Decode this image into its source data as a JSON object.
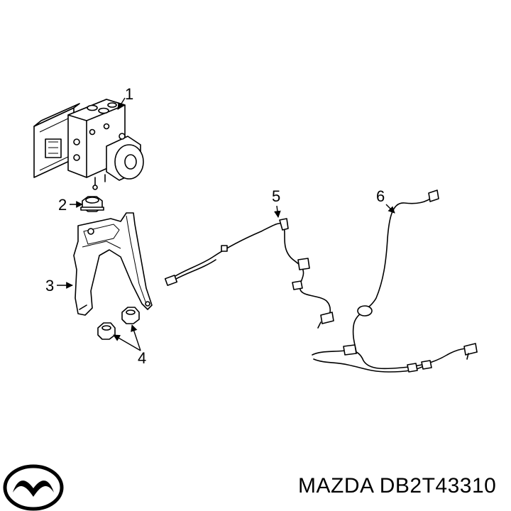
{
  "callouts": [
    {
      "id": "1",
      "label": "1"
    },
    {
      "id": "2",
      "label": "2"
    },
    {
      "id": "3",
      "label": "3"
    },
    {
      "id": "4",
      "label": "4"
    },
    {
      "id": "5",
      "label": "5"
    },
    {
      "id": "6",
      "label": "6"
    }
  ],
  "caption": {
    "brand": "MAZDA",
    "part_number": "DB2T43310",
    "full": "MAZDA DB2T43310"
  },
  "logo": {
    "icon": "mazda-logo-icon"
  }
}
